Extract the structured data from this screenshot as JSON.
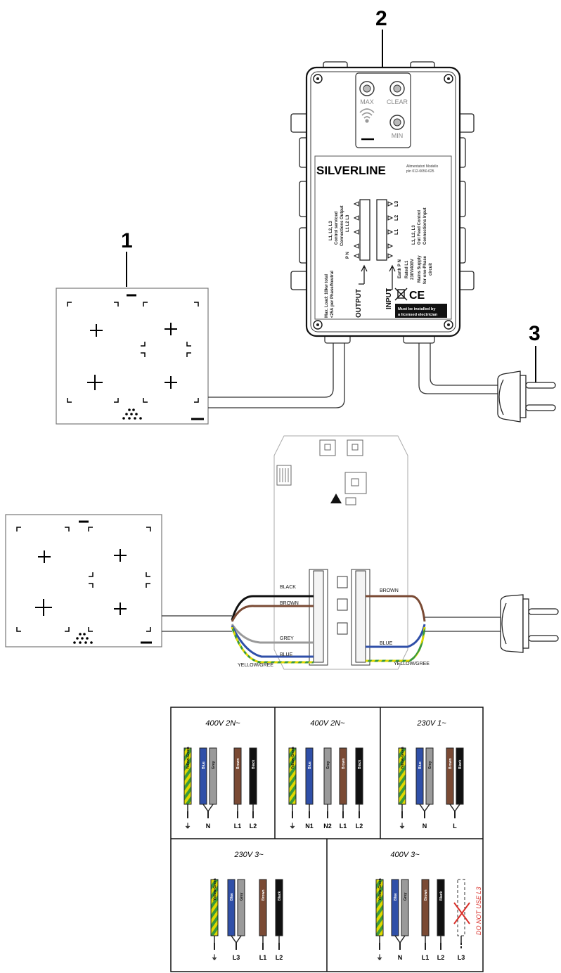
{
  "callouts": {
    "one": "1",
    "two": "2",
    "three": "3"
  },
  "control_box": {
    "btn_max": "MAX",
    "btn_clear": "CLEAR",
    "btn_min": "MIN",
    "brand": "SILVERLINE",
    "model_line1": "Alimentatori Modello",
    "model_line2": "p/n 012-0050-025",
    "output_l123": "L1, L2, L3",
    "output_controlled": "Control serviced",
    "output_connections": "Connections Output",
    "output_terminal_l123": "L1 L2 L3",
    "output_pn": "P  N",
    "input_l123": "L1, L2, L3",
    "input_out": "Out Feed Control",
    "input_connections": "Connections Input",
    "input_earth": "Earth P N",
    "input_rated": "Rated L1",
    "input_volt": "230V/400V",
    "max_load_1": "Max. Load: 10kw total",
    "max_load_2": "<25A per Phase/Neutral",
    "output_label": "OUTPUT",
    "input_label": "INPUT",
    "mains_1": "Mains Supply",
    "mains_2": "for one-Phase",
    "mains_3": "circuit",
    "warning_1": "Must be installed by",
    "warning_2": "a licensed electrician",
    "terminals_right": [
      "L3",
      "L2",
      "L1"
    ]
  },
  "wiring": {
    "black": "BLACK",
    "brown_left": "BROWN",
    "grey": "GREY",
    "blue_left": "BLUE",
    "yellow_green_left": "YELLOW/GREE",
    "brown_right": "BROWN",
    "blue_right": "BLUE",
    "yellow_green_right": "YELLOW/GREE"
  },
  "wire_table": {
    "cells": [
      {
        "title": "400V 2N~",
        "wires": [
          "Yellow-Green",
          "Blue",
          "Grey",
          "Brown",
          "Black"
        ],
        "terminals": [
          "⏚",
          "N",
          "L1",
          "L2"
        ]
      },
      {
        "title": "400V 2N~",
        "wires": [
          "Yellow-Green",
          "Blue",
          "Grey",
          "Brown",
          "Black"
        ],
        "terminals": [
          "⏚",
          "N1",
          "N2",
          "L1",
          "L2"
        ]
      },
      {
        "title": "230V 1~",
        "wires": [
          "Yellow-Green",
          "Blue",
          "Grey",
          "Brown",
          "Black"
        ],
        "terminals": [
          "⏚",
          "N",
          "L"
        ]
      },
      {
        "title": "230V 3~",
        "wires": [
          "Yellow-Green",
          "Blue",
          "Grey",
          "Brown",
          "Black"
        ],
        "terminals": [
          "⏚",
          "L3",
          "L1",
          "L2"
        ]
      },
      {
        "title": "400V 3~",
        "wires": [
          "Yellow-Green",
          "Blue",
          "Grey",
          "Brown",
          "Black"
        ],
        "terminals": [
          "⏚",
          "N",
          "L1",
          "L2",
          "L3"
        ]
      }
    ],
    "note": "DO NOT USE L3"
  },
  "colors": {
    "blue": "#2f4fa8",
    "grey": "#9a9a9a",
    "brown": "#7a4a34",
    "black": "#111111",
    "yellow": "#e0d800",
    "green": "#3a9a3a",
    "warning_red": "#d9302a"
  }
}
